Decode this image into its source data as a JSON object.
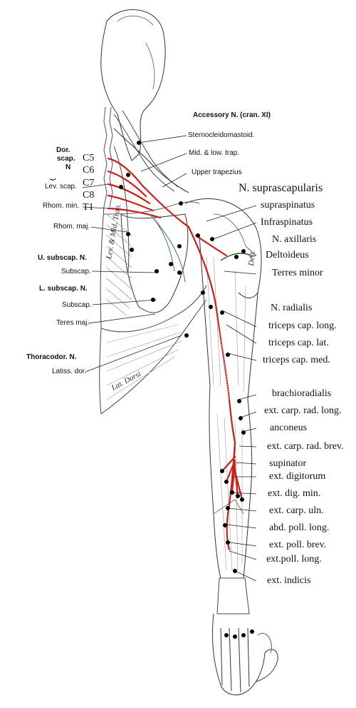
{
  "labels": {
    "accessory_n": "Accessory N.",
    "cran_xi": "(cran. XI)",
    "sternocleidomastoid": "Sternocleidomastoid.",
    "dor": "Dor.",
    "scap": "scap.",
    "n": "N",
    "mid_low_trap": "Mid. & low. trap.",
    "c5": "C5",
    "c6": "C6",
    "c7": "C7",
    "c8": "C8",
    "t1": "T1",
    "upper_trapezius": "Upper trapezius",
    "lev_scap": "Lev. scap.",
    "rhom_min": "Rhom. min.",
    "rhom_maj": "Rhom. maj.",
    "n_suprascapularis": "N. suprascapularis",
    "supraspinatus": "supraspinatus",
    "infraspinatus": "Infraspinatus",
    "n_axillaris": "N. axillaris",
    "deltoideus": "Deltoideus",
    "u_subscap_n": "U. subscap. N.",
    "subscap_upper": "Subscap.",
    "terres_minor": "Terres minor",
    "l_subscap_n": "L. subscap. N.",
    "subscap_lower": "Subscap.",
    "n_radialis": "N. radialis",
    "triceps_cap_long": "triceps cap. long.",
    "teres_maj": "Teres maj.",
    "triceps_cap_lat": "triceps cap. lat.",
    "thoracodor_n": "Thoracodor. N.",
    "triceps_cap_med": "triceps cap. med.",
    "latiss_dor": "Latiss. dor.",
    "brachioradialis": "brachioradialis",
    "ext_carp_rad_long": "ext. carp. rad. long.",
    "anconeus": "anconeus",
    "ext_carp_rad_brev": "ext. carp. rad. brev.",
    "supinator": "supinator",
    "ext_digitorum": "ext. digitorum",
    "ext_dig_min": "ext. dig. min.",
    "ext_carp_uln": "ext. carp. uln.",
    "abd_poll_long": "abd. poll. long.",
    "ext_poll_brev": "ext. poll. brev.",
    "ext_poll_long": "ext.poll. long.",
    "ext_indicis": "ext. indicis"
  },
  "engraved": {
    "lev_mid_trap": "Lev. & Mid. Trap.",
    "lat_dorsi": "Lat. Dorsi",
    "delt": "Delt."
  },
  "colors": {
    "nerve_red": "#cc1f1a",
    "nerve_dots": "#e3e3e3",
    "ink": "#222222",
    "motor_point": "#000000",
    "deltoid_branch": "#2e6b2e",
    "background": "#ffffff"
  }
}
